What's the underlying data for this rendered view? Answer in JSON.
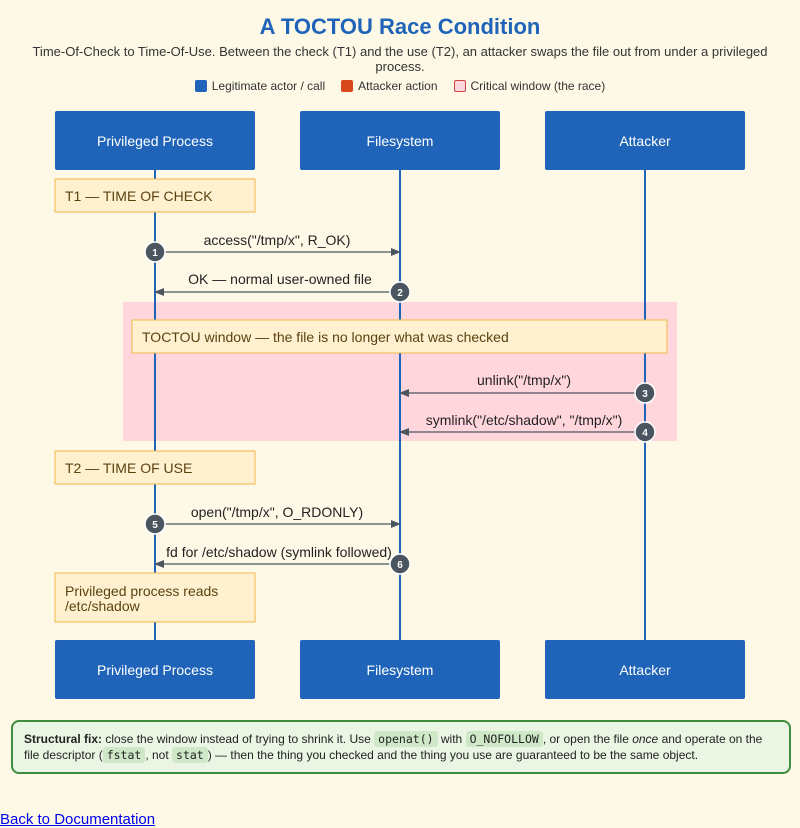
{
  "title": "A TOCTOU Race Condition",
  "subtitle": "Time-Of-Check to Time-Of-Use. Between the check (T1) and the use (T2), an attacker swaps the file out from under a privileged process.",
  "legend": [
    {
      "label": "Legitimate actor / call",
      "color": "#1f64b8",
      "border": "#1f64b8"
    },
    {
      "label": "Attacker action",
      "color": "#d9481c",
      "border": "#d9481c"
    },
    {
      "label": "Critical window (the race)",
      "color": "#ffd6dc",
      "border": "#c44"
    }
  ],
  "colors": {
    "actor": "#1f64b8",
    "note_bg": "#fff1d0",
    "note_border": "#f0b849",
    "window": "#ffd6dc",
    "badge": "#4a5560",
    "fix_border": "#3d8c40"
  },
  "actors": [
    "Privileged Process",
    "Filesystem",
    "Attacker"
  ],
  "notes": {
    "t1": "T1 — TIME OF CHECK",
    "window": "TOCTOU window — the file is no longer what was checked",
    "t2": "T2 — TIME OF USE",
    "reads_line1": "Privileged process reads",
    "reads_line2": "/etc/shadow"
  },
  "messages": [
    {
      "num": "1",
      "label": "access(\"/tmp/x\", R_OK)"
    },
    {
      "num": "2",
      "label": "OK — normal user-owned file"
    },
    {
      "num": "3",
      "label": "unlink(\"/tmp/x\")"
    },
    {
      "num": "4",
      "label": "symlink(\"/etc/shadow\", \"/tmp/x\")"
    },
    {
      "num": "5",
      "label": "open(\"/tmp/x\", O_RDONLY)"
    },
    {
      "num": "6",
      "label": "fd for /etc/shadow (symlink followed)"
    }
  ],
  "fix": {
    "label": "Structural fix:",
    "t1": " close the window instead of trying to shrink it. Use ",
    "c1": "openat()",
    "t2": " with ",
    "c2": "O_NOFOLLOW",
    "t3": ", or open the file ",
    "em": "once",
    "t4": " and operate on the file descriptor (",
    "c3": "fstat",
    "t5": ", not ",
    "c4": "stat",
    "t6": ") — then the thing you checked and the thing you use are guaranteed to be the same object."
  },
  "back_link": "Back to Documentation"
}
